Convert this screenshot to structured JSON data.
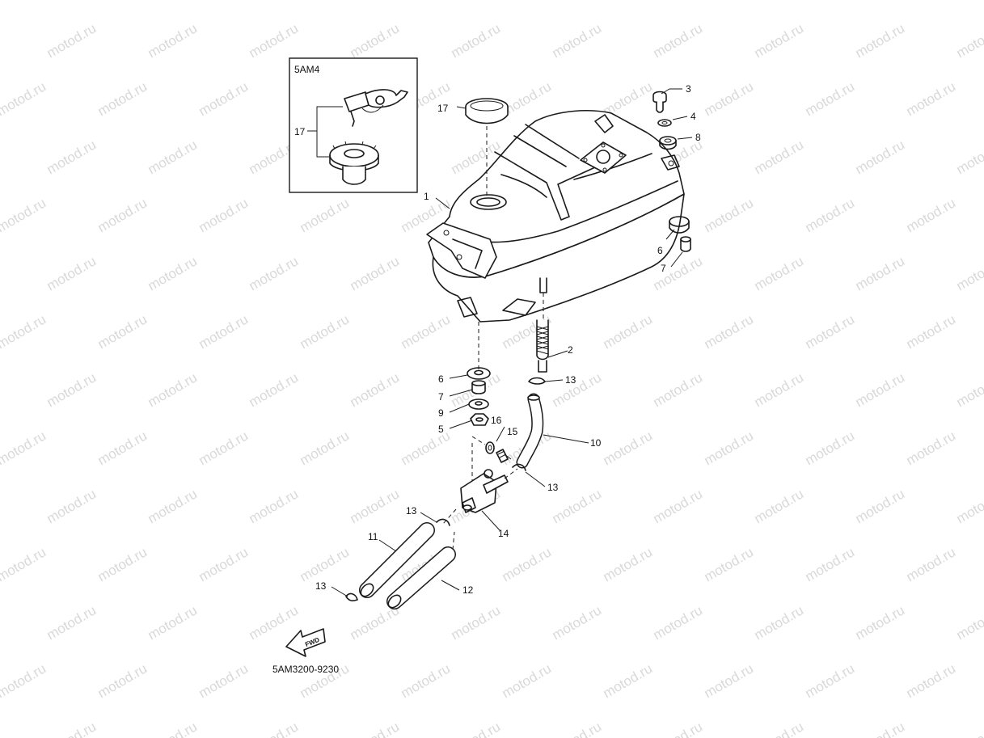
{
  "watermark": "motod.ru",
  "inset_title": "5AM4",
  "diagram_code": "5AM3200-9230",
  "fwd_label": "FWD",
  "callouts": [
    "1",
    "2",
    "3",
    "4",
    "5",
    "6",
    "6",
    "7",
    "7",
    "8",
    "9",
    "10",
    "11",
    "12",
    "13",
    "13",
    "13",
    "13",
    "14",
    "15",
    "16",
    "17",
    "17"
  ]
}
